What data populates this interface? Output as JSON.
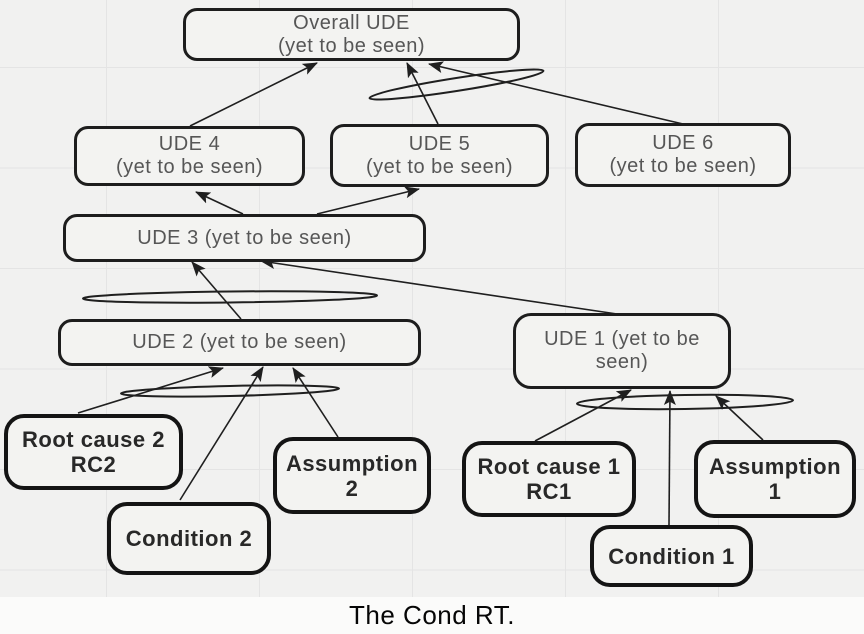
{
  "diagram": {
    "type": "current-reality-tree",
    "nodes": {
      "overall": {
        "label": "Overall UDE\n(yet to be seen)"
      },
      "ude4": {
        "label": "UDE 4\n(yet to be seen)"
      },
      "ude5": {
        "label": "UDE 5\n(yet to be seen)"
      },
      "ude6": {
        "label": "UDE 6\n(yet to be seen)"
      },
      "ude3": {
        "label": "UDE 3 (yet to be seen)"
      },
      "ude2": {
        "label": "UDE 2 (yet to be seen)"
      },
      "ude1": {
        "label": "UDE 1 (yet to be\nseen)"
      },
      "root_cause_2": {
        "label": "Root cause 2\nRC2"
      },
      "condition_2": {
        "label": "Condition 2"
      },
      "assumption_2": {
        "label": "Assumption\n2"
      },
      "root_cause_1": {
        "label": "Root cause 1\nRC1"
      },
      "condition_1": {
        "label": "Condition 1"
      },
      "assumption_1": {
        "label": "Assumption\n1"
      }
    },
    "edges": [
      {
        "from": "ude4",
        "to": "overall"
      },
      {
        "from": "ude5",
        "to": "overall"
      },
      {
        "from": "ude6",
        "to": "overall"
      },
      {
        "from": "ude3",
        "to": "ude4"
      },
      {
        "from": "ude3",
        "to": "ude5"
      },
      {
        "from": "ude2",
        "to": "ude3"
      },
      {
        "from": "ude1",
        "to": "ude3"
      },
      {
        "from": "root_cause_2",
        "to": "ude2"
      },
      {
        "from": "condition_2",
        "to": "ude2"
      },
      {
        "from": "assumption_2",
        "to": "ude2"
      },
      {
        "from": "root_cause_1",
        "to": "ude1"
      },
      {
        "from": "condition_1",
        "to": "ude1"
      },
      {
        "from": "assumption_1",
        "to": "ude1"
      }
    ],
    "and_connectors": [
      {
        "groups": [
          "ude5",
          "ude6"
        ],
        "into": "overall"
      },
      {
        "groups": [
          "ude2"
        ],
        "into": "ude3"
      },
      {
        "groups": [
          "root_cause_2",
          "condition_2",
          "assumption_2"
        ],
        "into": "ude2"
      },
      {
        "groups": [
          "root_cause_1",
          "condition_1",
          "assumption_1"
        ],
        "into": "ude1"
      }
    ]
  },
  "caption": "The Cond RT.",
  "colors": {
    "background": "#f1f1f0",
    "grid_line": "#e4e4e4",
    "node_fill": "#f3f3f1",
    "node_border": "#1d1d1d",
    "edge_line": "#1f1f1f",
    "ude_text": "#565656",
    "cause_text": "#282828",
    "caption_text": "#060606",
    "caption_background": "#fbfbfa"
  }
}
